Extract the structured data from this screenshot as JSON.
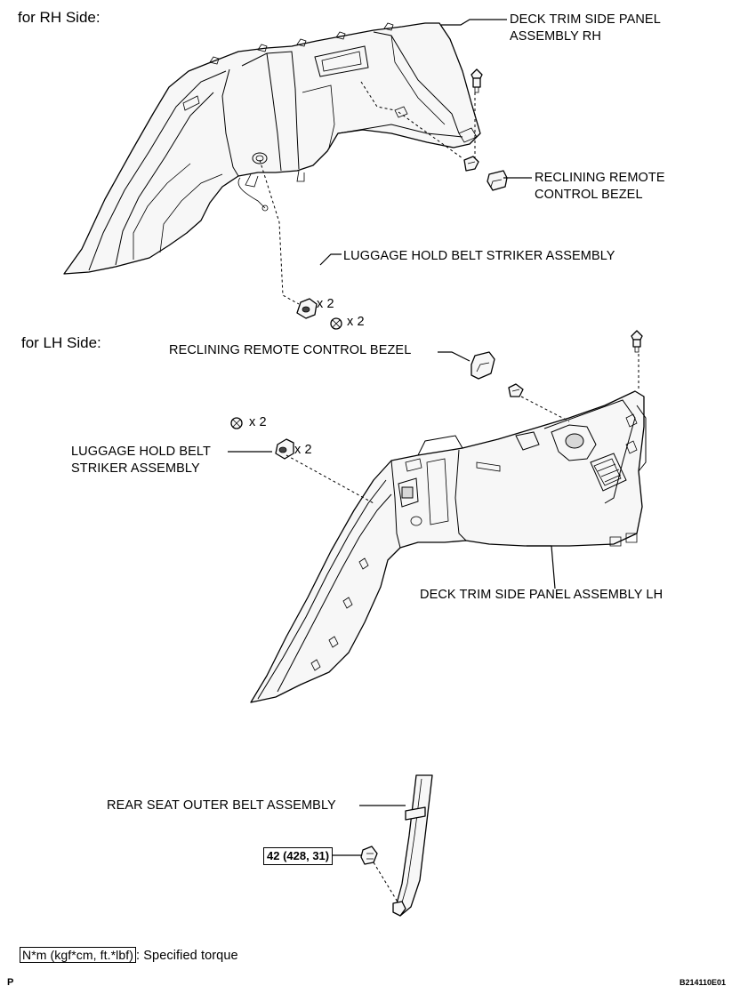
{
  "sections": {
    "rh": "for RH Side:",
    "lh": "for LH Side:"
  },
  "labels": {
    "deck_rh_line1": "DECK TRIM SIDE PANEL",
    "deck_rh_line2": "ASSEMBLY RH",
    "bezel_rh_line1": "RECLINING REMOTE",
    "bezel_rh_line2": "CONTROL BEZEL",
    "striker_rh": "LUGGAGE HOLD BELT STRIKER ASSEMBLY",
    "qty_striker_rh": "x 2",
    "qty_screw_rh": "x 2",
    "bezel_lh": "RECLINING REMOTE CONTROL BEZEL",
    "qty_screw_lh": "x 2",
    "striker_lh_line1": "LUGGAGE HOLD BELT",
    "striker_lh_line2": "STRIKER ASSEMBLY",
    "qty_striker_lh": "x 2",
    "deck_lh": "DECK TRIM SIDE PANEL ASSEMBLY LH",
    "belt": "REAR SEAT OUTER BELT ASSEMBLY"
  },
  "torque": {
    "belt_bolt": "42 (428, 31)"
  },
  "legend": {
    "unit": "N*m (kgf*cm, ft.*lbf)",
    "text": ": Specified torque"
  },
  "footer": {
    "left_mark": "P",
    "figure_code": "B214110E01"
  }
}
